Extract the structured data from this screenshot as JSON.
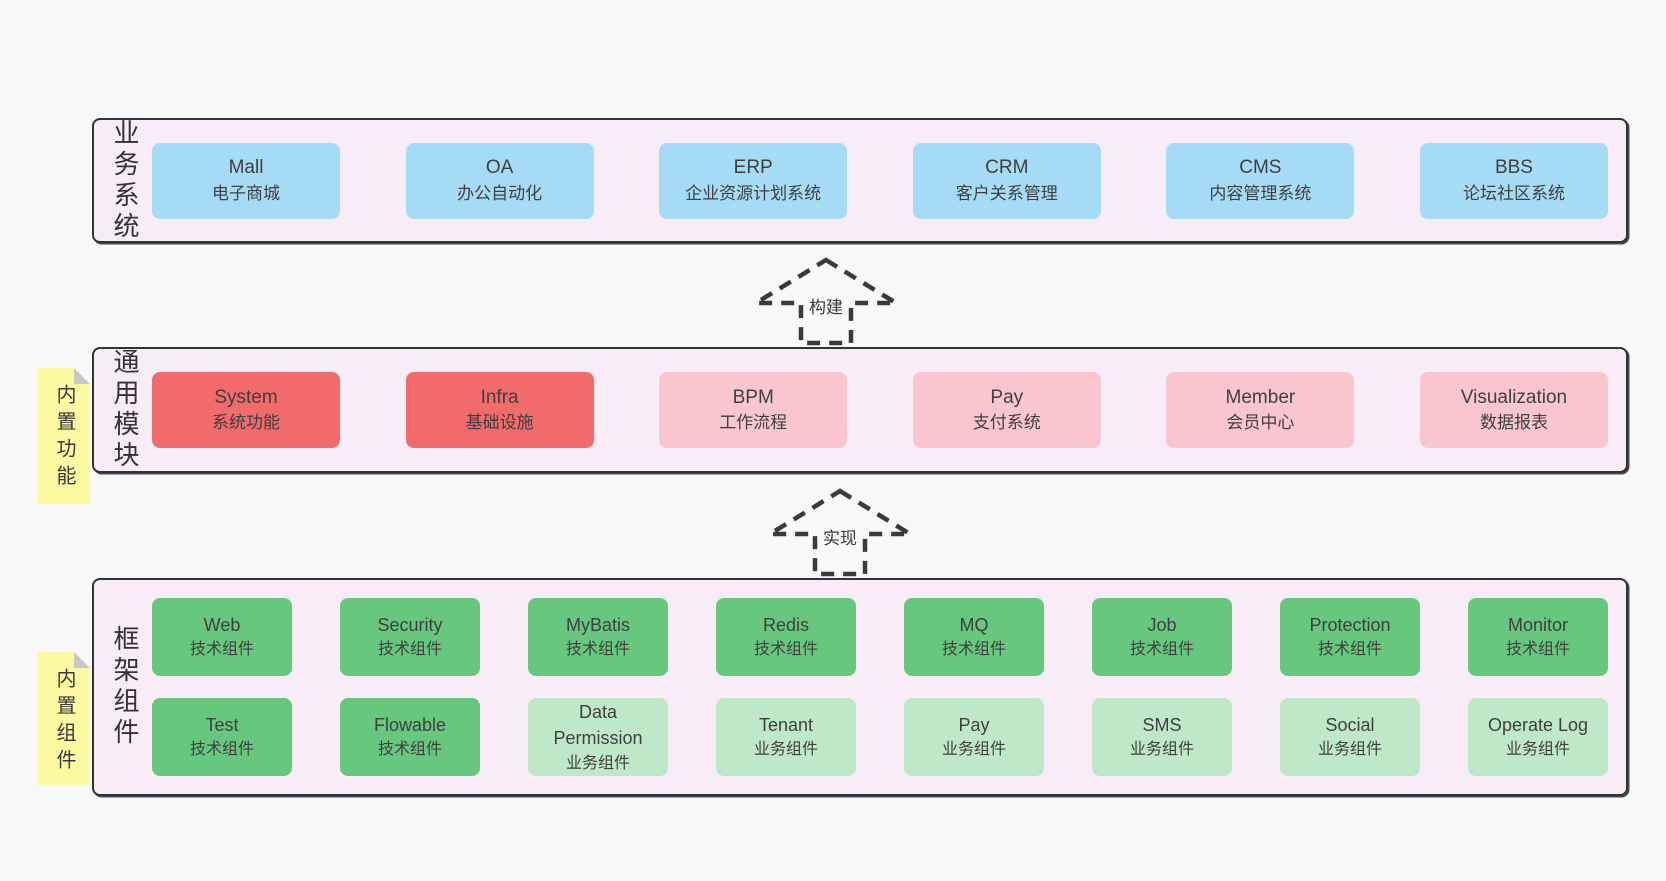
{
  "colors": {
    "page_bg": "#f8f8f8",
    "panel_bg": "#f8edf7",
    "panel_border": "#333333",
    "blue_box": "#a6dbf5",
    "red_box": "#f16a6c",
    "pink_box": "#f9c6cf",
    "green_box": "#68c77e",
    "light_green_box": "#bfe8c8",
    "sticky_yellow": "#fbfaa2",
    "sticky_fold_gray": "#c8c8c8",
    "arrow_dark": "#3a3a3a"
  },
  "arrows": [
    {
      "label": "构建"
    },
    {
      "label": "实现"
    }
  ],
  "sections": {
    "business": {
      "label": "业务系统",
      "boxes": [
        {
          "name": "Mall",
          "desc": "电子商城"
        },
        {
          "name": "OA",
          "desc": "办公自动化"
        },
        {
          "name": "ERP",
          "desc": "企业资源计划系统"
        },
        {
          "name": "CRM",
          "desc": "客户关系管理"
        },
        {
          "name": "CMS",
          "desc": "内容管理系统"
        },
        {
          "name": "BBS",
          "desc": "论坛社区系统"
        }
      ]
    },
    "modules": {
      "label": "通用模块",
      "sticky": "内置功能",
      "boxes": [
        {
          "name": "System",
          "desc": "系统功能"
        },
        {
          "name": "Infra",
          "desc": "基础设施"
        },
        {
          "name": "BPM",
          "desc": "工作流程"
        },
        {
          "name": "Pay",
          "desc": "支付系统"
        },
        {
          "name": "Member",
          "desc": "会员中心"
        },
        {
          "name": "Visualization",
          "desc": "数据报表"
        }
      ]
    },
    "components": {
      "label": "框架组件",
      "sticky": "内置组件",
      "row1": [
        {
          "name": "Web",
          "desc": "技术组件"
        },
        {
          "name": "Security",
          "desc": "技术组件"
        },
        {
          "name": "MyBatis",
          "desc": "技术组件"
        },
        {
          "name": "Redis",
          "desc": "技术组件"
        },
        {
          "name": "MQ",
          "desc": "技术组件"
        },
        {
          "name": "Job",
          "desc": "技术组件"
        },
        {
          "name": "Protection",
          "desc": "技术组件"
        },
        {
          "name": "Monitor",
          "desc": "技术组件"
        }
      ],
      "row2": [
        {
          "name": "Test",
          "desc": "技术组件"
        },
        {
          "name": "Flowable",
          "desc": "技术组件"
        },
        {
          "name": "Data Permission",
          "desc": "业务组件"
        },
        {
          "name": "Tenant",
          "desc": "业务组件"
        },
        {
          "name": "Pay",
          "desc": "业务组件"
        },
        {
          "name": "SMS",
          "desc": "业务组件"
        },
        {
          "name": "Social",
          "desc": "业务组件"
        },
        {
          "name": "Operate Log",
          "desc": "业务组件"
        }
      ]
    }
  }
}
